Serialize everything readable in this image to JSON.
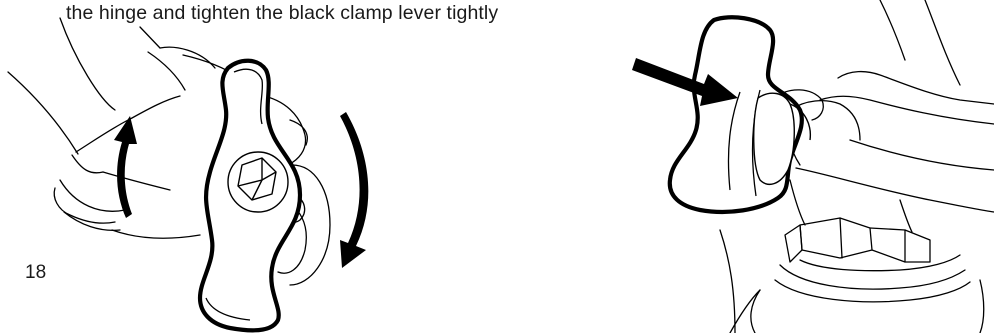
{
  "caption": {
    "text": "the hinge and tighten the black clamp lever tightly"
  },
  "footer": {
    "page_number": "18"
  },
  "illustrations": {
    "left": "hinge-with-clamp-lever-rotation",
    "right": "clamp-lever-push-arrow"
  },
  "colors": {
    "line": "#000000",
    "background": "#ffffff"
  }
}
